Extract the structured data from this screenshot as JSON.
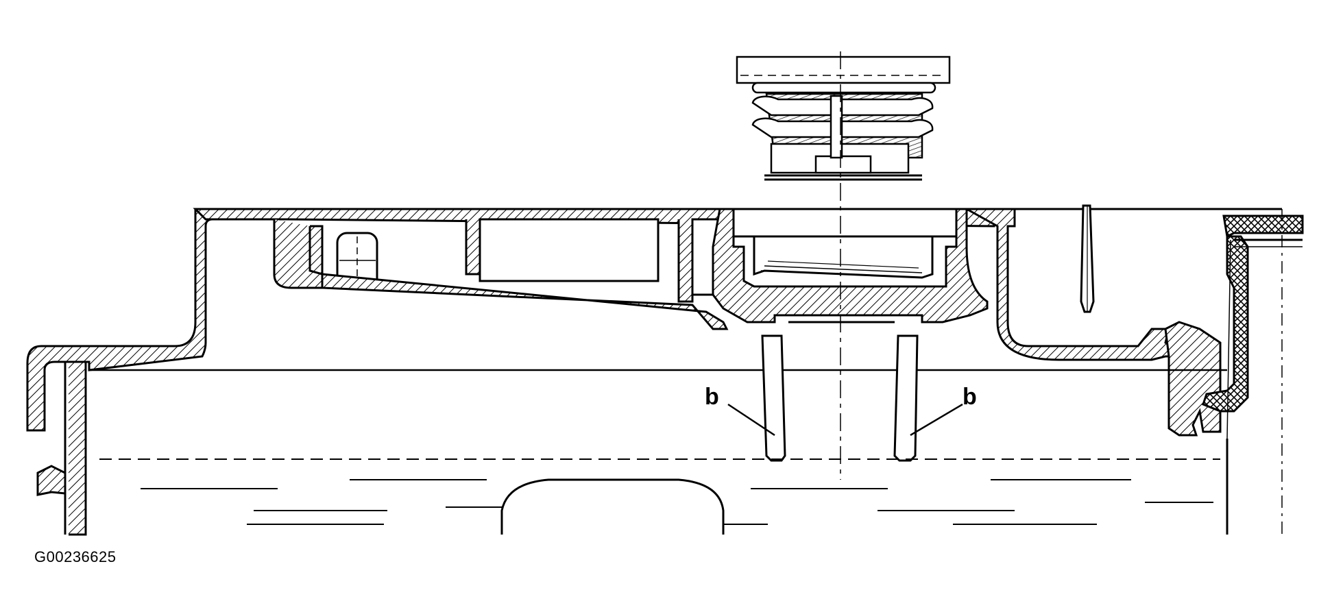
{
  "figure": {
    "id_text": "G00236625"
  },
  "callouts": {
    "left": "b",
    "right": "b"
  }
}
